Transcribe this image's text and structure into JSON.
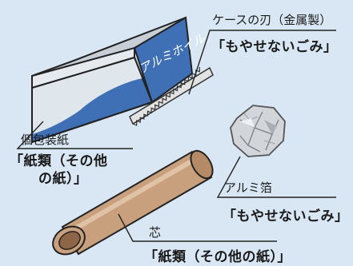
{
  "items": [
    {
      "name": "ケースの刃（金属製）",
      "category": "「もやせないごみ」"
    },
    {
      "name": "個包装紙",
      "category_line1": "「紙類（その他",
      "category_line2": "の紙）」"
    },
    {
      "name": "アルミ箔",
      "category": "「もやせないごみ」"
    },
    {
      "name": "芯",
      "category": "「紙類（その他の紙）」"
    }
  ],
  "box_print": "アルミホイル",
  "colors": {
    "background": "#d9e7f5",
    "box_blue": "#3f6fb5",
    "box_gray": "#b8c2cc",
    "blade": "#dcdcdc",
    "foil": "#c9cdd2",
    "tube": "#c9a07e"
  }
}
